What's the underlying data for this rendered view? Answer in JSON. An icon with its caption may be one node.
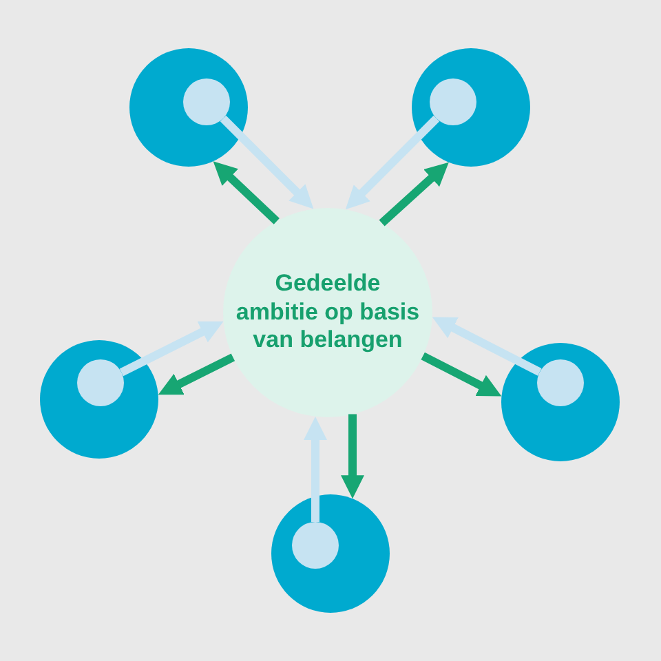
{
  "diagram": {
    "nodes": [
      {
        "text": [],
        "shape": "circle"
      },
      {
        "text": [],
        "shape": "circle",
        "in": 0
      },
      {
        "text": [],
        "shape": "circle"
      },
      {
        "text": [],
        "shape": "circle",
        "in": 2
      },
      {
        "text": [
          "Gedeelde ambitie op basis van belangen"
        ]
      },
      {
        "text": [],
        "shape": "circle"
      },
      {
        "text": [],
        "shape": "circle",
        "in": 5
      },
      {
        "text": [],
        "shape": "circle"
      },
      {
        "text": [],
        "shape": "circle",
        "in": 7
      },
      {
        "text": [],
        "shape": "circle"
      },
      {
        "text": [],
        "shape": "circle",
        "in": 9
      }
    ],
    "edges": [
      {
        "from": 4,
        "to": 0,
        "arrow": "to",
        "color": "#17a673"
      },
      {
        "from": 1,
        "to": 4,
        "arrow": "to",
        "color": "#c6e3f2"
      },
      {
        "from": 4,
        "to": 2,
        "arrow": "to",
        "color": "#17a673"
      },
      {
        "from": 3,
        "to": 4,
        "arrow": "to",
        "color": "#c6e3f2"
      },
      {
        "from": 4,
        "to": 5,
        "arrow": "to",
        "color": "#17a673"
      },
      {
        "from": 6,
        "to": 4,
        "arrow": "to",
        "color": "#c6e3f2"
      },
      {
        "from": 4,
        "to": 7,
        "arrow": "to",
        "color": "#17a673"
      },
      {
        "from": 8,
        "to": 4,
        "arrow": "to",
        "color": "#c6e3f2"
      },
      {
        "from": 4,
        "to": 9,
        "arrow": "to",
        "color": "#17a673"
      },
      {
        "from": 10,
        "to": 4,
        "arrow": "to",
        "color": "#c6e3f2"
      }
    ]
  }
}
